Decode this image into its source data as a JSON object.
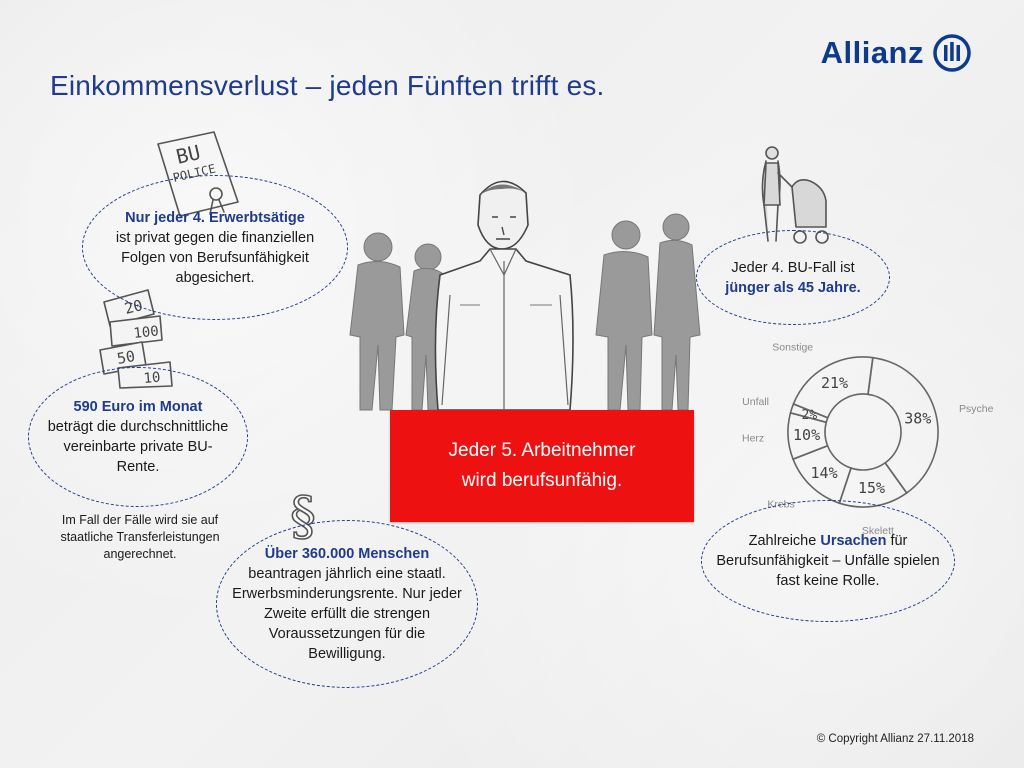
{
  "title": "Einkommensverlust – jeden Fünften trifft es.",
  "logo": {
    "text": "Allianz"
  },
  "bubbles": {
    "b1": {
      "strong": "Nur jeder 4. Erwerbtsätige",
      "rest": "ist privat gegen die finanziellen Folgen von Berufsunfähigkeit abgesichert."
    },
    "b2": {
      "strong": "590 Euro im Monat",
      "rest": "beträgt die durchschnittliche vereinbarte private BU-Rente."
    },
    "b3": {
      "strong": "Über 360.000 Menschen",
      "rest": "beantragen jährlich eine staatl. Erwerbsminderungsrente. Nur jeder Zweite erfüllt die strengen Voraussetzungen für die Bewilligung."
    },
    "b4": {
      "pre": "Jeder 4. BU-Fall ist",
      "strong": "jünger als 45 Jahre."
    },
    "b5": {
      "pre": "Zahlreiche",
      "strong": "Ursachen",
      "rest": "für Berufsunfähigkeit – Unfälle spielen fast keine Rolle."
    }
  },
  "note": "Im Fall der Fälle wird sie auf staatliche Transferleistungen angerechnet.",
  "redbox": {
    "line1": "Jeder 5. Arbeitnehmer",
    "line2": "wird berufsunfähig."
  },
  "sketch_labels": {
    "police_line1": "BU",
    "police_line2": "POLICE",
    "notes": [
      "20",
      "100",
      "50",
      "10"
    ],
    "paragraph": "§"
  },
  "chart_data": {
    "type": "pie",
    "donut": true,
    "categories": [
      "Psyche",
      "Skelett",
      "Krebs",
      "Herz",
      "Unfall",
      "Sonstige"
    ],
    "values": [
      38,
      15,
      14,
      10,
      2,
      21
    ],
    "value_labels": [
      "38%",
      "15%",
      "14%",
      "10%",
      "2%",
      "21%"
    ],
    "colors": {
      "stroke": "#666666",
      "label": "#8a8a8a"
    }
  },
  "copyright": "© Copyright Allianz 27.11.2018"
}
